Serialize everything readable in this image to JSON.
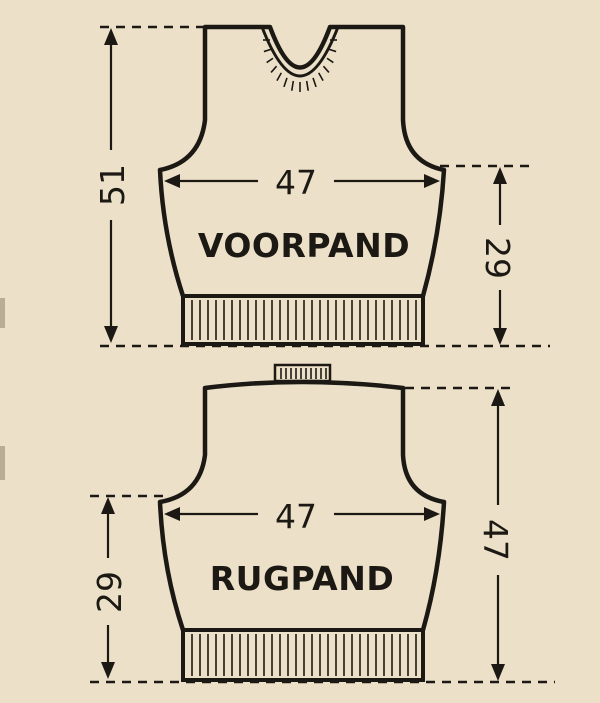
{
  "front_piece": {
    "label": "VOORPAND",
    "width": "47",
    "total_length": "51",
    "side_length": "29"
  },
  "back_piece": {
    "label": "RUGPAND",
    "width": "47",
    "total_length": "47",
    "side_length": "29"
  },
  "colors": {
    "paper": "#ece1c8",
    "ink": "#1c1915"
  }
}
